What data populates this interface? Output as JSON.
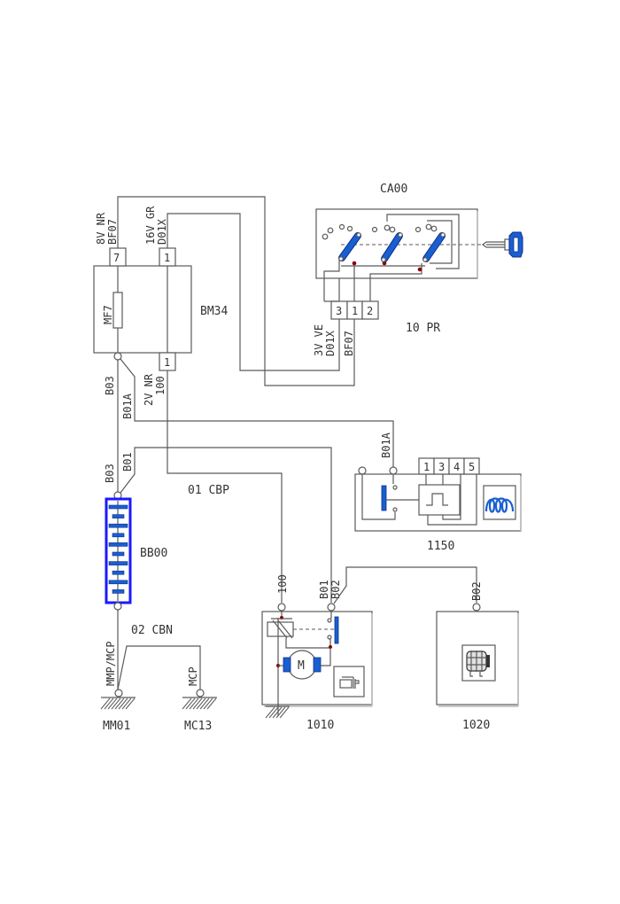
{
  "diagram": {
    "type": "wiring-diagram",
    "components": {
      "bm34": {
        "id": "BM34",
        "fuse": "MF7",
        "pin_top_left": "7",
        "pin_top_right": "1",
        "pin_bottom": "1"
      },
      "ca00": {
        "id": "CA00",
        "pins": [
          "3",
          "1",
          "2"
        ],
        "connector_label": "10 PR"
      },
      "bb00": {
        "id": "BB00"
      },
      "c1150": {
        "id": "1150",
        "pins": [
          "1",
          "3",
          "4",
          "5"
        ]
      },
      "c1010": {
        "id": "1010",
        "motor_label": "M"
      },
      "c1020": {
        "id": "1020"
      },
      "mm01": {
        "id": "MM01",
        "wire": "MMP/MCP"
      },
      "mc13": {
        "id": "MC13",
        "wire": "MCP"
      }
    },
    "wire_labels": {
      "bm34_top_left_1": "8V NR",
      "bm34_top_left_2": "BF07",
      "bm34_top_right_1": "16V GR",
      "bm34_top_right_2": "D01X",
      "ca00_pin_1": "3V VE",
      "ca00_pin_2": "D01X",
      "ca00_pin_3": "BF07",
      "bm34_bottom_b03": "B03",
      "bm34_bottom_b01a": "B01A",
      "bm34_bottom_nr": "2V NR",
      "bm34_bottom_100": "100",
      "bb00_b03": "B03",
      "bb00_b01": "B01",
      "c1150_b01a": "B01A",
      "c1010_100": "100",
      "c1010_b01": "B01",
      "c1010_b02": "B02",
      "c1020_b02": "B02"
    },
    "harness_labels": {
      "cbp": "01  CBP",
      "cbn": "02  CBN"
    },
    "colors": {
      "line": "#5a5a5a",
      "accent_blue": "#1a5fd1",
      "junction_dot": "#8b0000"
    }
  }
}
